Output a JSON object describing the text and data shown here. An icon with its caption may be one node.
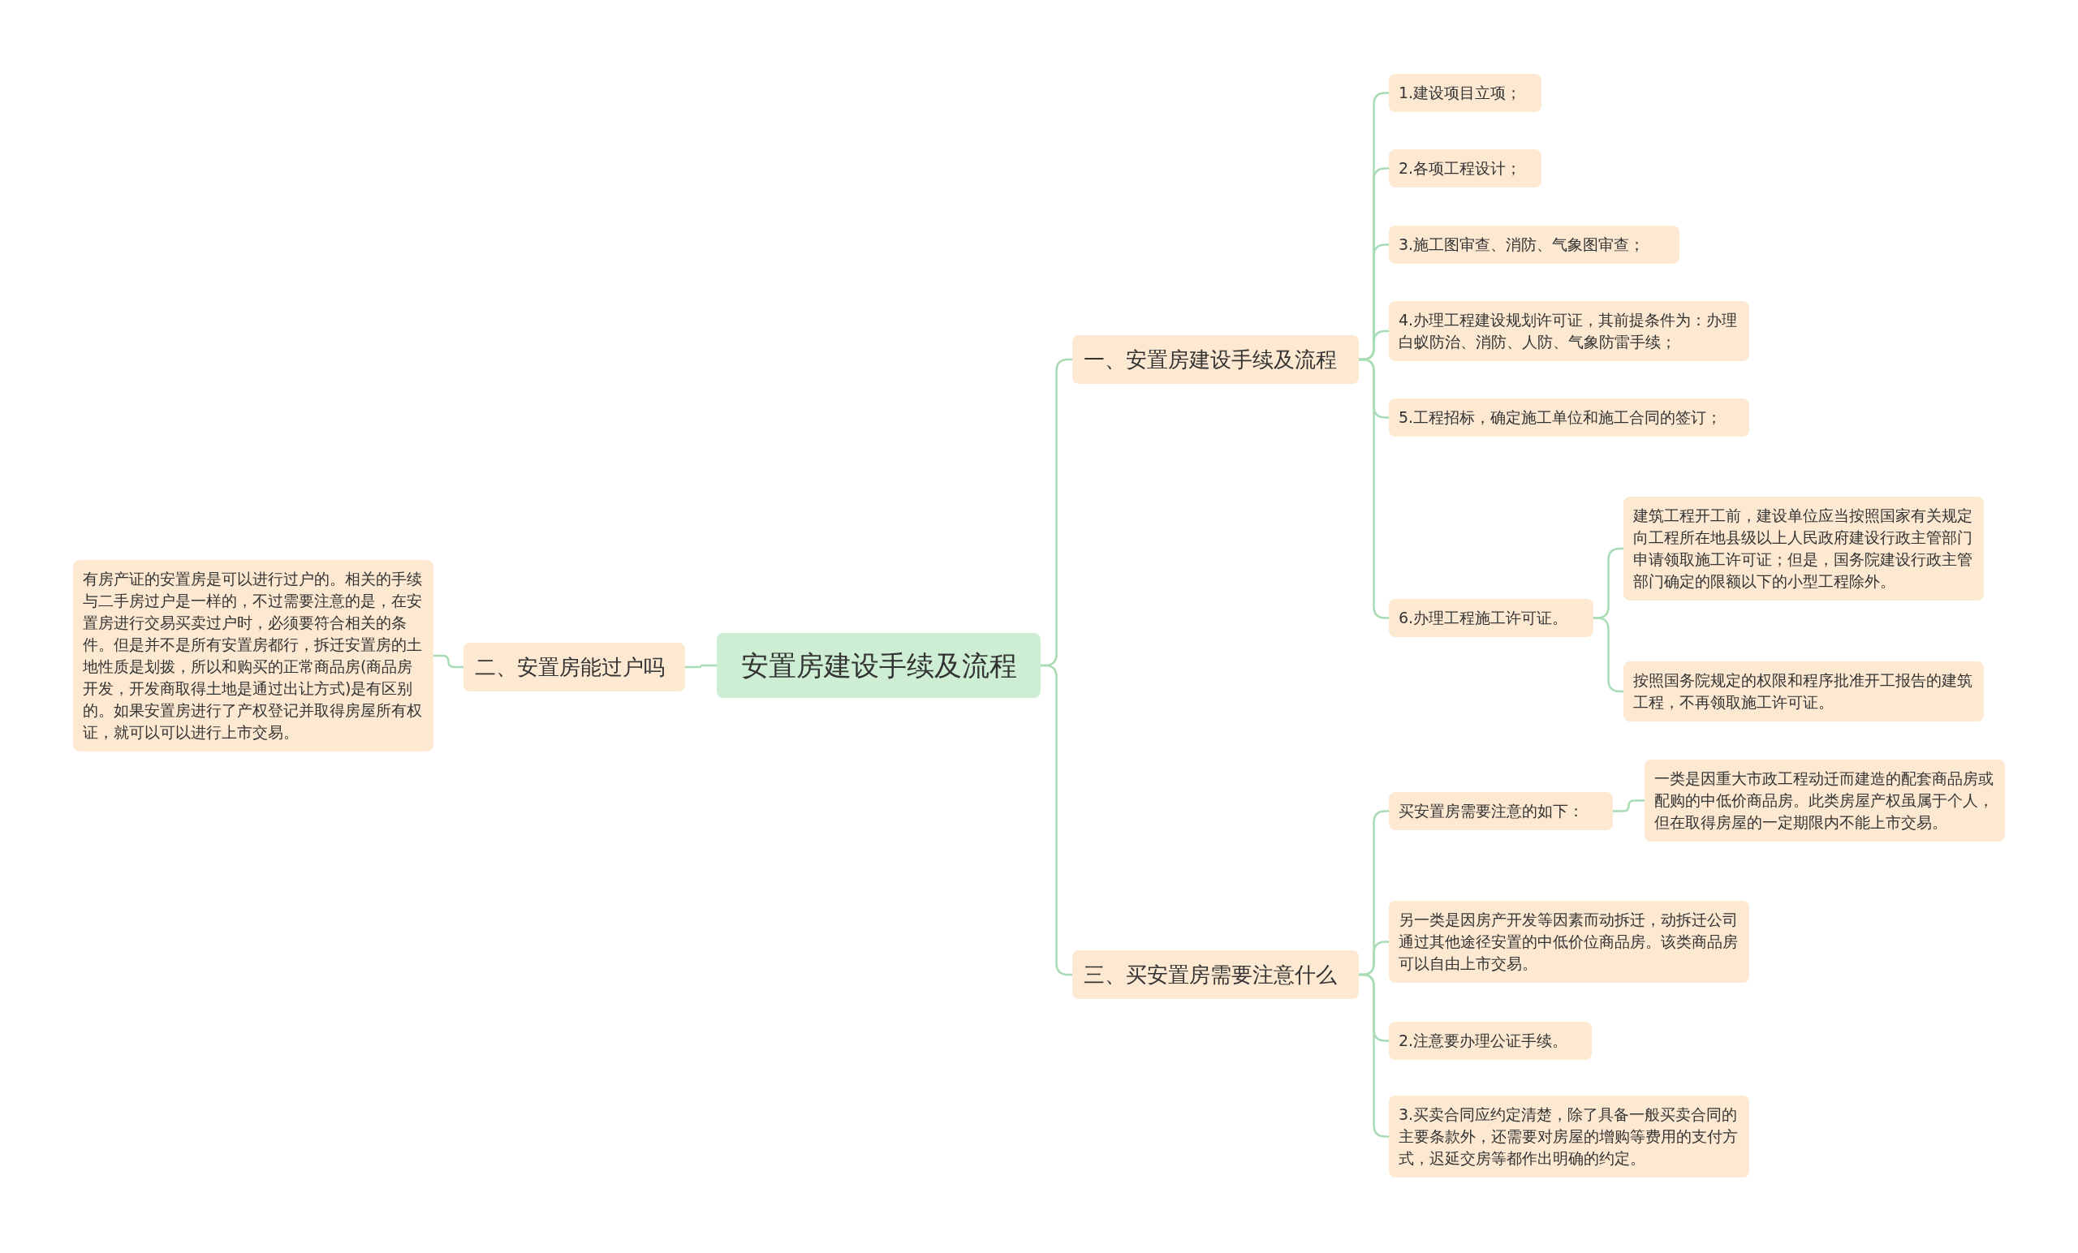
{
  "diagram": {
    "nodes": [
      {
        "text": [
          "安置房建设手续及流程"
        ]
      },
      {
        "text": [
          "一、安置房建设手续及流程"
        ]
      },
      {
        "text": [
          "二、安置房能过户吗"
        ]
      },
      {
        "text": [
          "有房产证的安置房是可以进行过户的。相关的手续与二手房过户是一样的，不过需要注意的是，在安置房进行交易买卖过户时，必须要符合相关的条件。但是并不是所有安置房都行，拆迁安置房的土地性质是划拨，所以和购买的正常商品房(商品房开发，开发商取得土地是通过出让方式)是有区别的。如果安置房进行了产权登记并取得房屋所有权证，就可以可以进行上市交易。"
        ]
      },
      {
        "text": [
          "三、买安置房需要注意什么"
        ]
      },
      {
        "text": [
          "1.建设项目立项；"
        ]
      },
      {
        "text": [
          "2.各项工程设计；"
        ]
      },
      {
        "text": [
          "3.施工图审查、消防、气象图审查；"
        ]
      },
      {
        "text": [
          "4.办理工程建设规划许可证，其前提条件为：办理白蚁防治、消防、人防、气象防雷手续；"
        ]
      },
      {
        "text": [
          "5.工程招标，确定施工单位和施工合同的签订；"
        ]
      },
      {
        "text": [
          "6.办理工程施工许可证。"
        ]
      },
      {
        "text": [
          "建筑工程开工前，建设单位应当按照国家有关规定向工程所在地县级以上人民政府建设行政主管部门申请领取施工许可证；但是，国务院建设行政主管部门确定的限额以下的小型工程除外。"
        ]
      },
      {
        "text": [
          "按照国务院规定的权限和程序批准开工报告的建筑工程，不再领取施工许可证。"
        ]
      },
      {
        "text": [
          "买安置房需要注意的如下："
        ]
      },
      {
        "text": [
          "一类是因重大市政工程动迁而建造的配套商品房或配购的中低价商品房。此类房屋产权虽属于个人，但在取得房屋的一定期限内不能上市交易。"
        ]
      },
      {
        "text": [
          "另一类是因房产开发等因素而动拆迁，动拆迁公司通过其他途径安置的中低价位商品房。该类商品房可以自由上市交易。"
        ]
      },
      {
        "text": [
          "2.注意要办理公证手续。"
        ]
      },
      {
        "text": [
          "3.买卖合同应约定清楚，除了具备一般买卖合同的主要条款外，还需要对房屋的增购等费用的支付方式，迟延交房等都作出明确的约定。"
        ]
      }
    ],
    "edges": [
      {
        "from": 0,
        "to": 1,
        "arrow": "none"
      },
      {
        "from": 0,
        "to": 2,
        "arrow": "none"
      },
      {
        "from": 2,
        "to": 3,
        "arrow": "none"
      },
      {
        "from": 0,
        "to": 4,
        "arrow": "none"
      },
      {
        "from": 1,
        "to": 5,
        "arrow": "none"
      },
      {
        "from": 1,
        "to": 6,
        "arrow": "none"
      },
      {
        "from": 1,
        "to": 7,
        "arrow": "none"
      },
      {
        "from": 1,
        "to": 8,
        "arrow": "none"
      },
      {
        "from": 1,
        "to": 9,
        "arrow": "none"
      },
      {
        "from": 1,
        "to": 10,
        "arrow": "none"
      },
      {
        "from": 10,
        "to": 11,
        "arrow": "none"
      },
      {
        "from": 10,
        "to": 12,
        "arrow": "none"
      },
      {
        "from": 4,
        "to": 13,
        "arrow": "none"
      },
      {
        "from": 13,
        "to": 14,
        "arrow": "none"
      },
      {
        "from": 4,
        "to": 15,
        "arrow": "none"
      },
      {
        "from": 4,
        "to": 16,
        "arrow": "none"
      },
      {
        "from": 4,
        "to": 17,
        "arrow": "none"
      }
    ]
  }
}
